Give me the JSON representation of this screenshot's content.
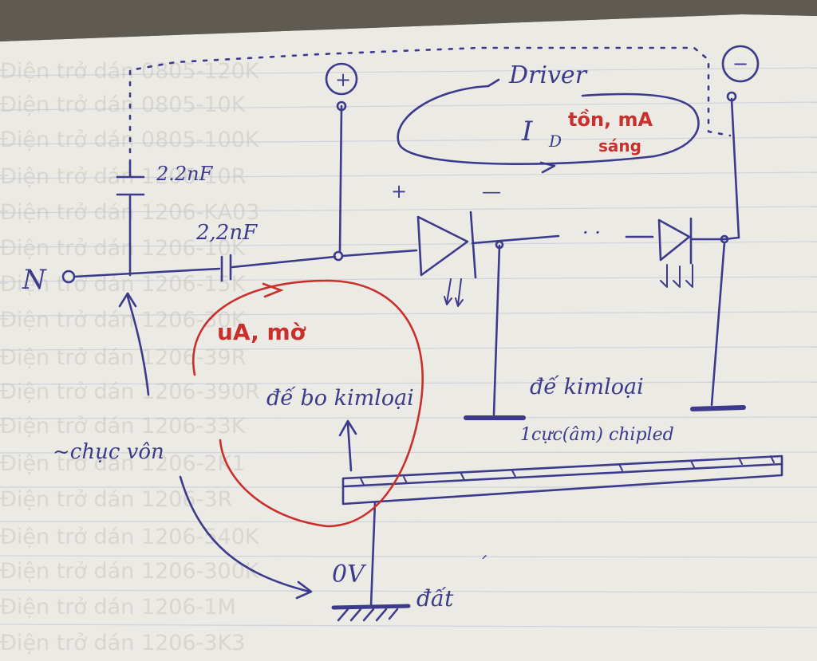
{
  "labels": {
    "node_n": "N",
    "cap_top": "2.2nF",
    "cap_series": "2,2nF",
    "terminal_plus": "+",
    "terminal_minus": "−",
    "driver": "Driver",
    "current": "I",
    "current_sub": "D",
    "driver_current": "tồn, mA",
    "driver_current_2": "sáng",
    "leak_current": "uA, mờ",
    "polarity_plus": "+",
    "polarity_minus": "—",
    "ellipsis": "· ·",
    "board_base": "đế bo kimloại",
    "metal_base": "đế kimloại",
    "chip_cathode": "1cực(âm) chipled",
    "noise_source": "~chục vôn",
    "zero_volt": "0V",
    "ground": "đất",
    "tick": "´"
  },
  "background_text": [
    "Điện trở dán 0805-120K",
    "Điện trở dán 0805-10K",
    "Điện trở dán 0805-100K",
    "Điện trở dán 1206-10R",
    "Điện trở dán 1206-KA03",
    "Điện trở dán 1206-10K",
    "Điện trở dán 1206-15K",
    "Điện trở dán 1206-30K",
    "Điện trở dán 1206-39R",
    "Điện trở dán 1206-390R",
    "Điện trở dán 1206-33K",
    "Điện trở dán 1206-2K1",
    "Điện trở dán 1206-3R",
    "Điện trở dán 1206-540K",
    "Điện trở dán 1206-300K",
    "Điện trở dán 1206-1M",
    "Điện trở dán 1206-3K3"
  ],
  "colors": {
    "ink": "#3b3a8c",
    "red_ink": "#c9302c",
    "paper": "#efede8",
    "ghost": "#c9c6c0"
  }
}
